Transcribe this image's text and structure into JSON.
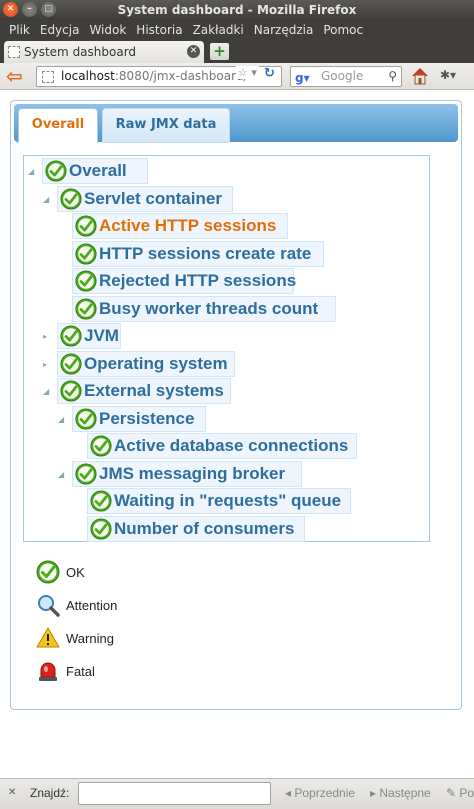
{
  "window": {
    "title": "System dashboard - Mozilla Firefox"
  },
  "menu": [
    "Plik",
    "Edycja",
    "Widok",
    "Historia",
    "Zakładki",
    "Narzędzia",
    "Pomoc"
  ],
  "browser_tab": {
    "title": "System dashboard"
  },
  "nav": {
    "url_host": "localhost",
    "url_path": ":8080/jmx-dashboard/",
    "search_placeholder": "Google"
  },
  "page_tabs": [
    {
      "label": "Overall",
      "active": true
    },
    {
      "label": "Raw JMX data",
      "active": false
    }
  ],
  "tree": [
    {
      "label": "Overall",
      "status": "ok",
      "expanded": true,
      "highlighted": false
    },
    {
      "label": "Servlet container",
      "status": "ok",
      "expanded": true,
      "highlighted": false
    },
    {
      "label": "Active HTTP sessions",
      "status": "ok",
      "highlighted": true
    },
    {
      "label": "HTTP sessions create rate",
      "status": "ok",
      "highlighted": false
    },
    {
      "label": "Rejected HTTP sessions",
      "status": "ok",
      "highlighted": false
    },
    {
      "label": "Busy worker threads count",
      "status": "ok",
      "highlighted": false
    },
    {
      "label": "JVM",
      "status": "ok",
      "expanded": false,
      "highlighted": false
    },
    {
      "label": "Operating system",
      "status": "ok",
      "expanded": false,
      "highlighted": false
    },
    {
      "label": "External systems",
      "status": "ok",
      "expanded": true,
      "highlighted": false
    },
    {
      "label": "Persistence",
      "status": "ok",
      "expanded": true,
      "highlighted": false
    },
    {
      "label": "Active database connections",
      "status": "ok",
      "highlighted": false
    },
    {
      "label": "JMS messaging broker",
      "status": "ok",
      "expanded": true,
      "highlighted": false
    },
    {
      "label": "Waiting in \"requests\" queue",
      "status": "ok",
      "highlighted": false
    },
    {
      "label": "Number of consumers",
      "status": "ok",
      "highlighted": false
    }
  ],
  "legend": [
    {
      "label": "OK",
      "icon": "ok-icon"
    },
    {
      "label": "Attention",
      "icon": "magnifier-icon"
    },
    {
      "label": "Warning",
      "icon": "warning-icon"
    },
    {
      "label": "Fatal",
      "icon": "alarm-icon"
    }
  ],
  "findbar": {
    "label": "Znajdź:",
    "prev_label": "Poprzednie",
    "next_label": "Następne",
    "highlight_label": "Po"
  },
  "colors": {
    "tree_text": "#2e6e9e",
    "highlight_text": "#e17009",
    "ok_green": "#4caa1e"
  }
}
